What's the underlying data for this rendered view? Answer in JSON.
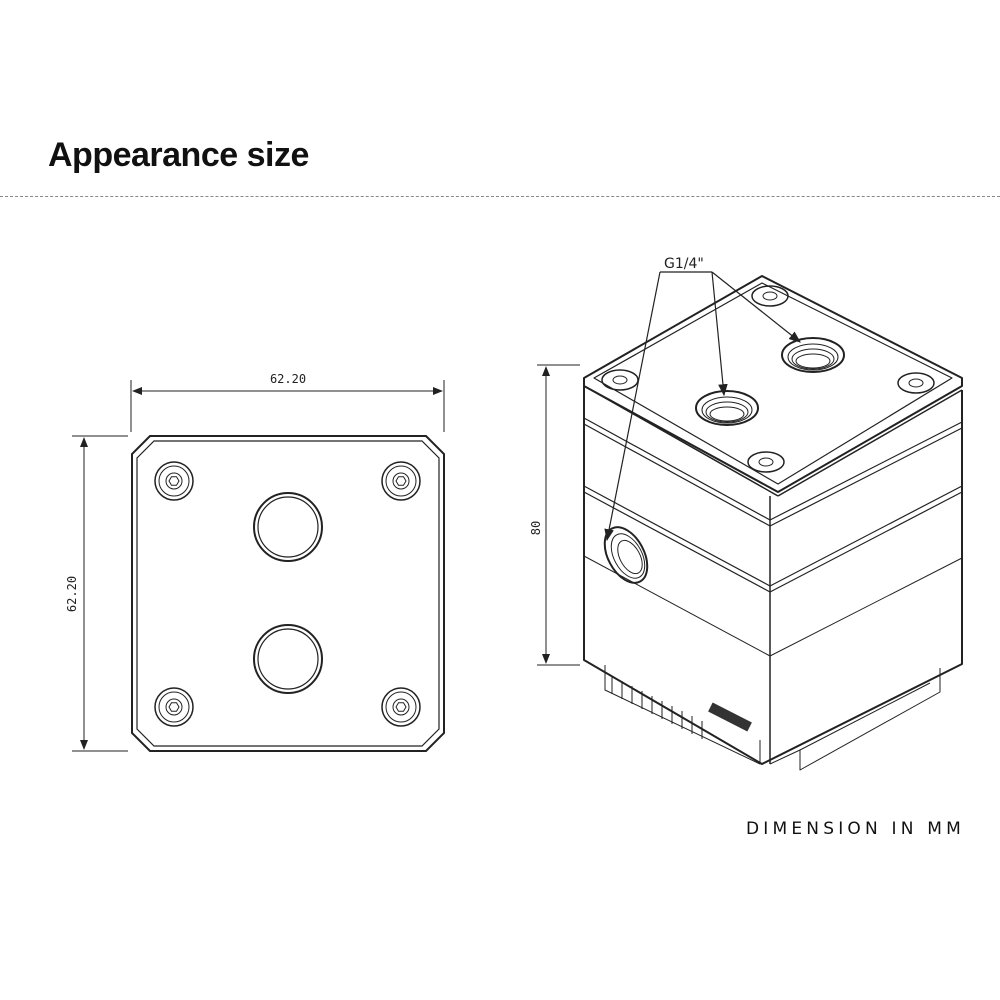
{
  "header": {
    "title": "Appearance size"
  },
  "top_view": {
    "width_label": "62.20",
    "height_label": "62.20"
  },
  "iso_view": {
    "port_label": "G1/4\"",
    "height_label": "80"
  },
  "footer": {
    "note": "DIMENSION IN MM"
  }
}
